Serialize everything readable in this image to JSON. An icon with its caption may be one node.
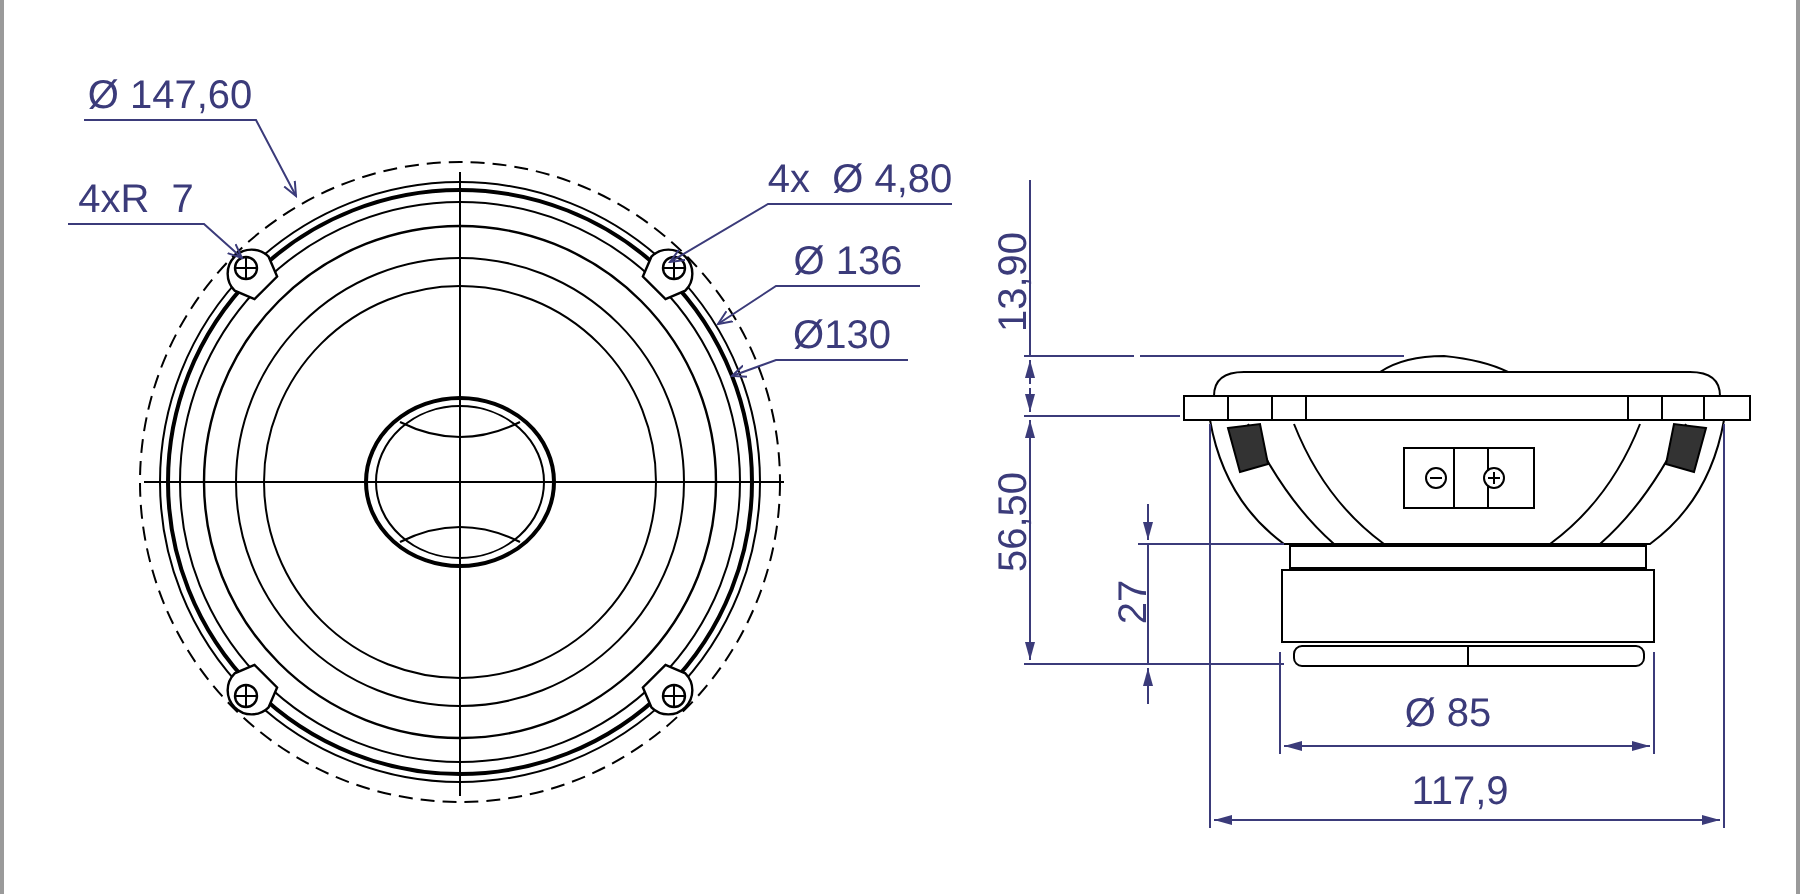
{
  "diagram": {
    "nodes": [
      {
        "text": [
          "Ø 147,60"
        ]
      },
      {
        "text": [
          "4xR  7"
        ]
      },
      {
        "text": [
          "4x  Ø 4,80"
        ]
      },
      {
        "text": [
          "Ø 136"
        ]
      },
      {
        "text": [
          "Ø130"
        ]
      }
    ],
    "edges": [
      {
        "from": 0,
        "to": null,
        "arrow": "to"
      },
      {
        "from": 1,
        "to": null,
        "arrow": "to"
      },
      {
        "from": 2,
        "to": null,
        "arrow": "to"
      },
      {
        "from": 3,
        "to": null,
        "arrow": "to"
      },
      {
        "from": 4,
        "to": null,
        "arrow": "to"
      }
    ],
    "labels": [
      "13,90",
      "56,50",
      "27",
      "Ø 85",
      "117,9"
    ]
  }
}
